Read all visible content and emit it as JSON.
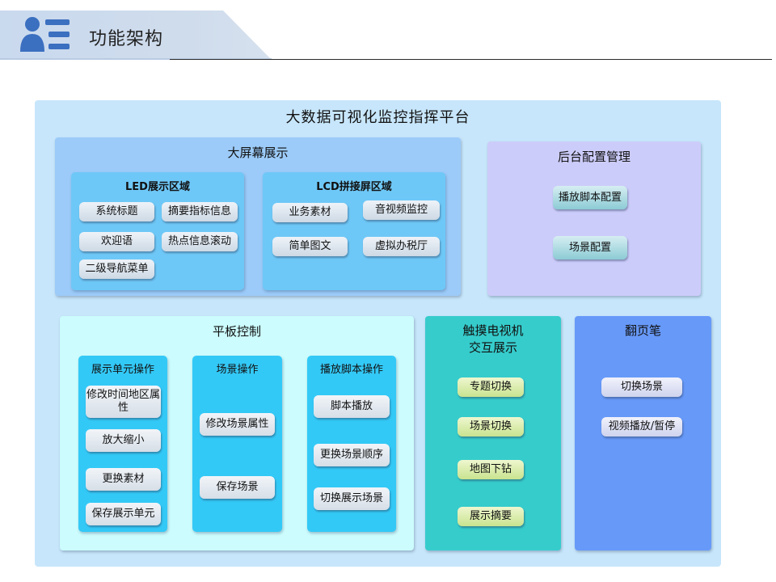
{
  "header": {
    "title": "功能架构",
    "icon": "user-list-icon"
  },
  "diagram": {
    "title": "大数据可视化监控指挥平台",
    "big_screen": {
      "title": "大屏幕展示",
      "led": {
        "title": "LED展示区域",
        "items": [
          "系统标题",
          "摘要指标信息",
          "欢迎语",
          "热点信息滚动",
          "二级导航菜单"
        ]
      },
      "lcd": {
        "title": "LCD拼接屏区域",
        "items": [
          "业务素材",
          "音视频监控",
          "简单图文",
          "虚拟办税厅"
        ]
      }
    },
    "backend": {
      "title": "后台配置管理",
      "items": [
        "播放脚本配置",
        "场景配置"
      ]
    },
    "tablet": {
      "title": "平板控制",
      "display_unit": {
        "title": "展示单元操作",
        "items": [
          "修改时间地区属性",
          "放大缩小",
          "更换素材",
          "保存展示单元"
        ]
      },
      "scene": {
        "title": "场景操作",
        "items": [
          "修改场景属性",
          "保存场景"
        ]
      },
      "script": {
        "title": "播放脚本操作",
        "items": [
          "脚本播放",
          "更换场景顺序",
          "切换展示场景"
        ]
      }
    },
    "touch_tv": {
      "title_line1": "触摸电视机",
      "title_line2": "交互展示",
      "items": [
        "专题切换",
        "场景切换",
        "地图下钻",
        "展示摘要"
      ]
    },
    "pager": {
      "title": "翻页笔",
      "items": [
        "切换场景",
        "视频播放/暂停"
      ]
    }
  },
  "colors": {
    "outer": "#c7e6fb",
    "big_screen_panel": "#9ccbf9",
    "led_lcd_box": "#6ec8f7",
    "backend_panel": "#ccccfa",
    "tablet_panel": "#ccfcfd",
    "tablet_sub": "#33c9f7",
    "touch_panel": "#36cccc",
    "pager_panel": "#6799f9"
  }
}
